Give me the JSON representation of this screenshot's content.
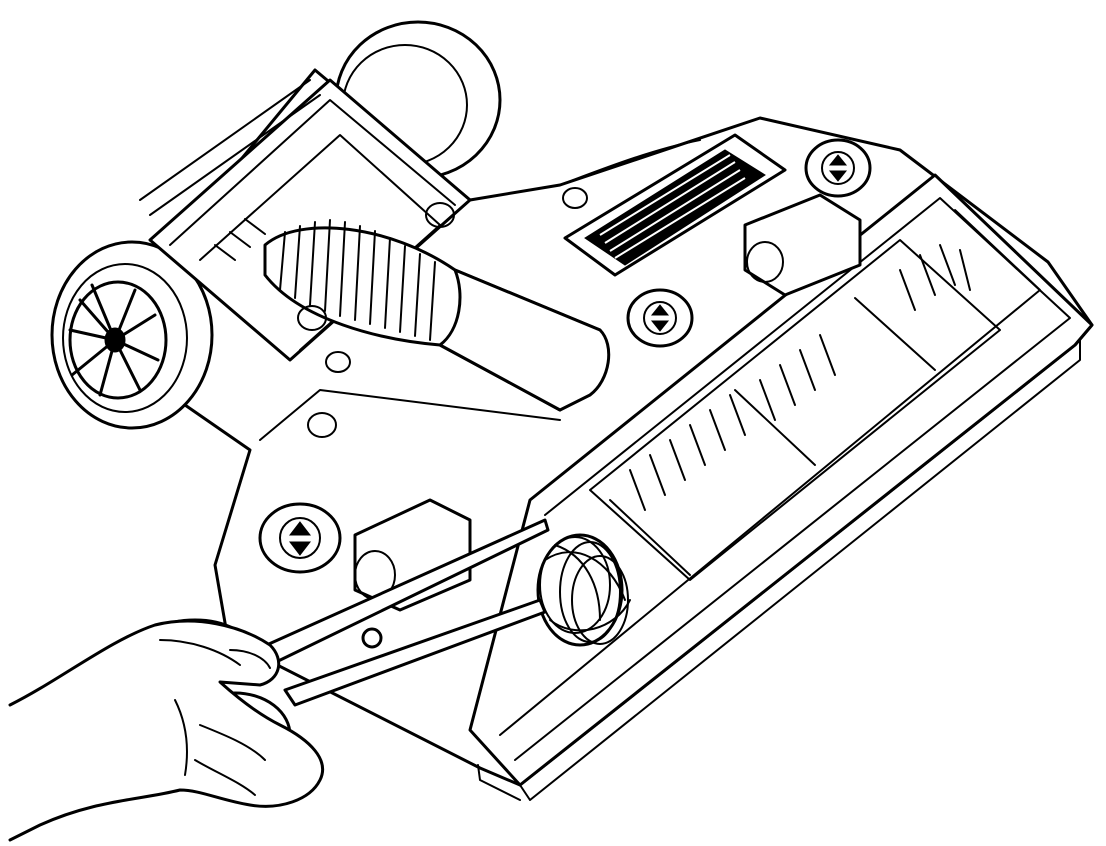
{
  "figure": {
    "subject": "vacuum-base-underside",
    "action": "cutting-tangled-hair-from-brushroll",
    "colors": {
      "line": "#000000",
      "background": "#ffffff"
    },
    "parts": [
      "rear-wheel-left",
      "rear-wheel-right",
      "flexible-hose",
      "rating-label",
      "caster-wheel",
      "brushroll",
      "tangled-hair",
      "scissors",
      "hand"
    ]
  }
}
